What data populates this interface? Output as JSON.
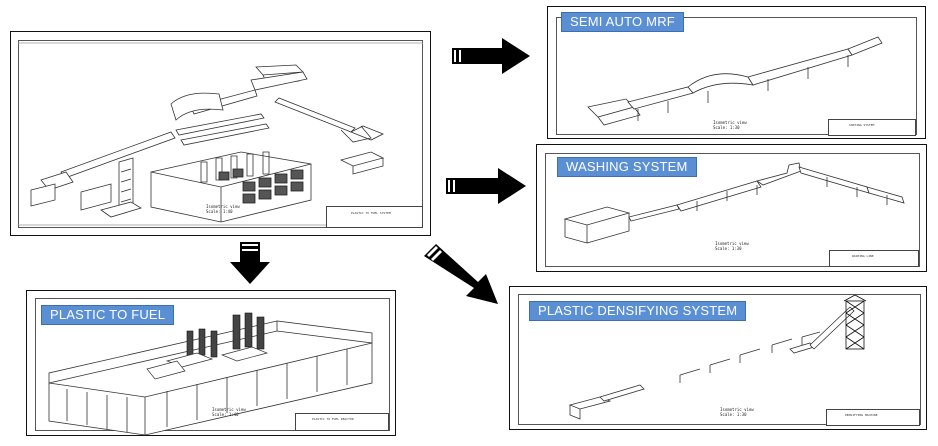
{
  "panels": {
    "main": {
      "title_block": "PLASTIC TO FUEL SYSTEM",
      "view_note": [
        "Isometric view",
        "Scale: 1:40"
      ]
    },
    "semi_auto_mrf": {
      "label": "SEMI AUTO MRF",
      "view_note": [
        "Isometric view",
        "Scale: 1:30"
      ],
      "title_block": "SORTING SYSTEM"
    },
    "washing_system": {
      "label": "WASHING SYSTEM",
      "view_note": [
        "Isometric view",
        "Scale: 1:30"
      ],
      "title_block": "WASHING LINE"
    },
    "plastic_to_fuel": {
      "label": "PLASTIC TO FUEL",
      "view_note": [
        "Isometric view",
        "Scale: 1:40"
      ],
      "title_block": "PLASTIC TO FUEL REACTOR"
    },
    "plastic_densifying": {
      "label": "PLASTIC DENSIFYING SYSTEM",
      "view_note": [
        "Isometric view",
        "Scale: 1:30"
      ],
      "title_block": "DENSIFYING MACHINE"
    }
  },
  "arrows": [
    "arrow-right-icon",
    "arrow-right-icon",
    "arrow-down-icon",
    "arrow-diagonal-down-right-icon"
  ],
  "colors": {
    "label_bg": "#5b8fd3",
    "arrow": "#000000",
    "line": "#333333"
  }
}
